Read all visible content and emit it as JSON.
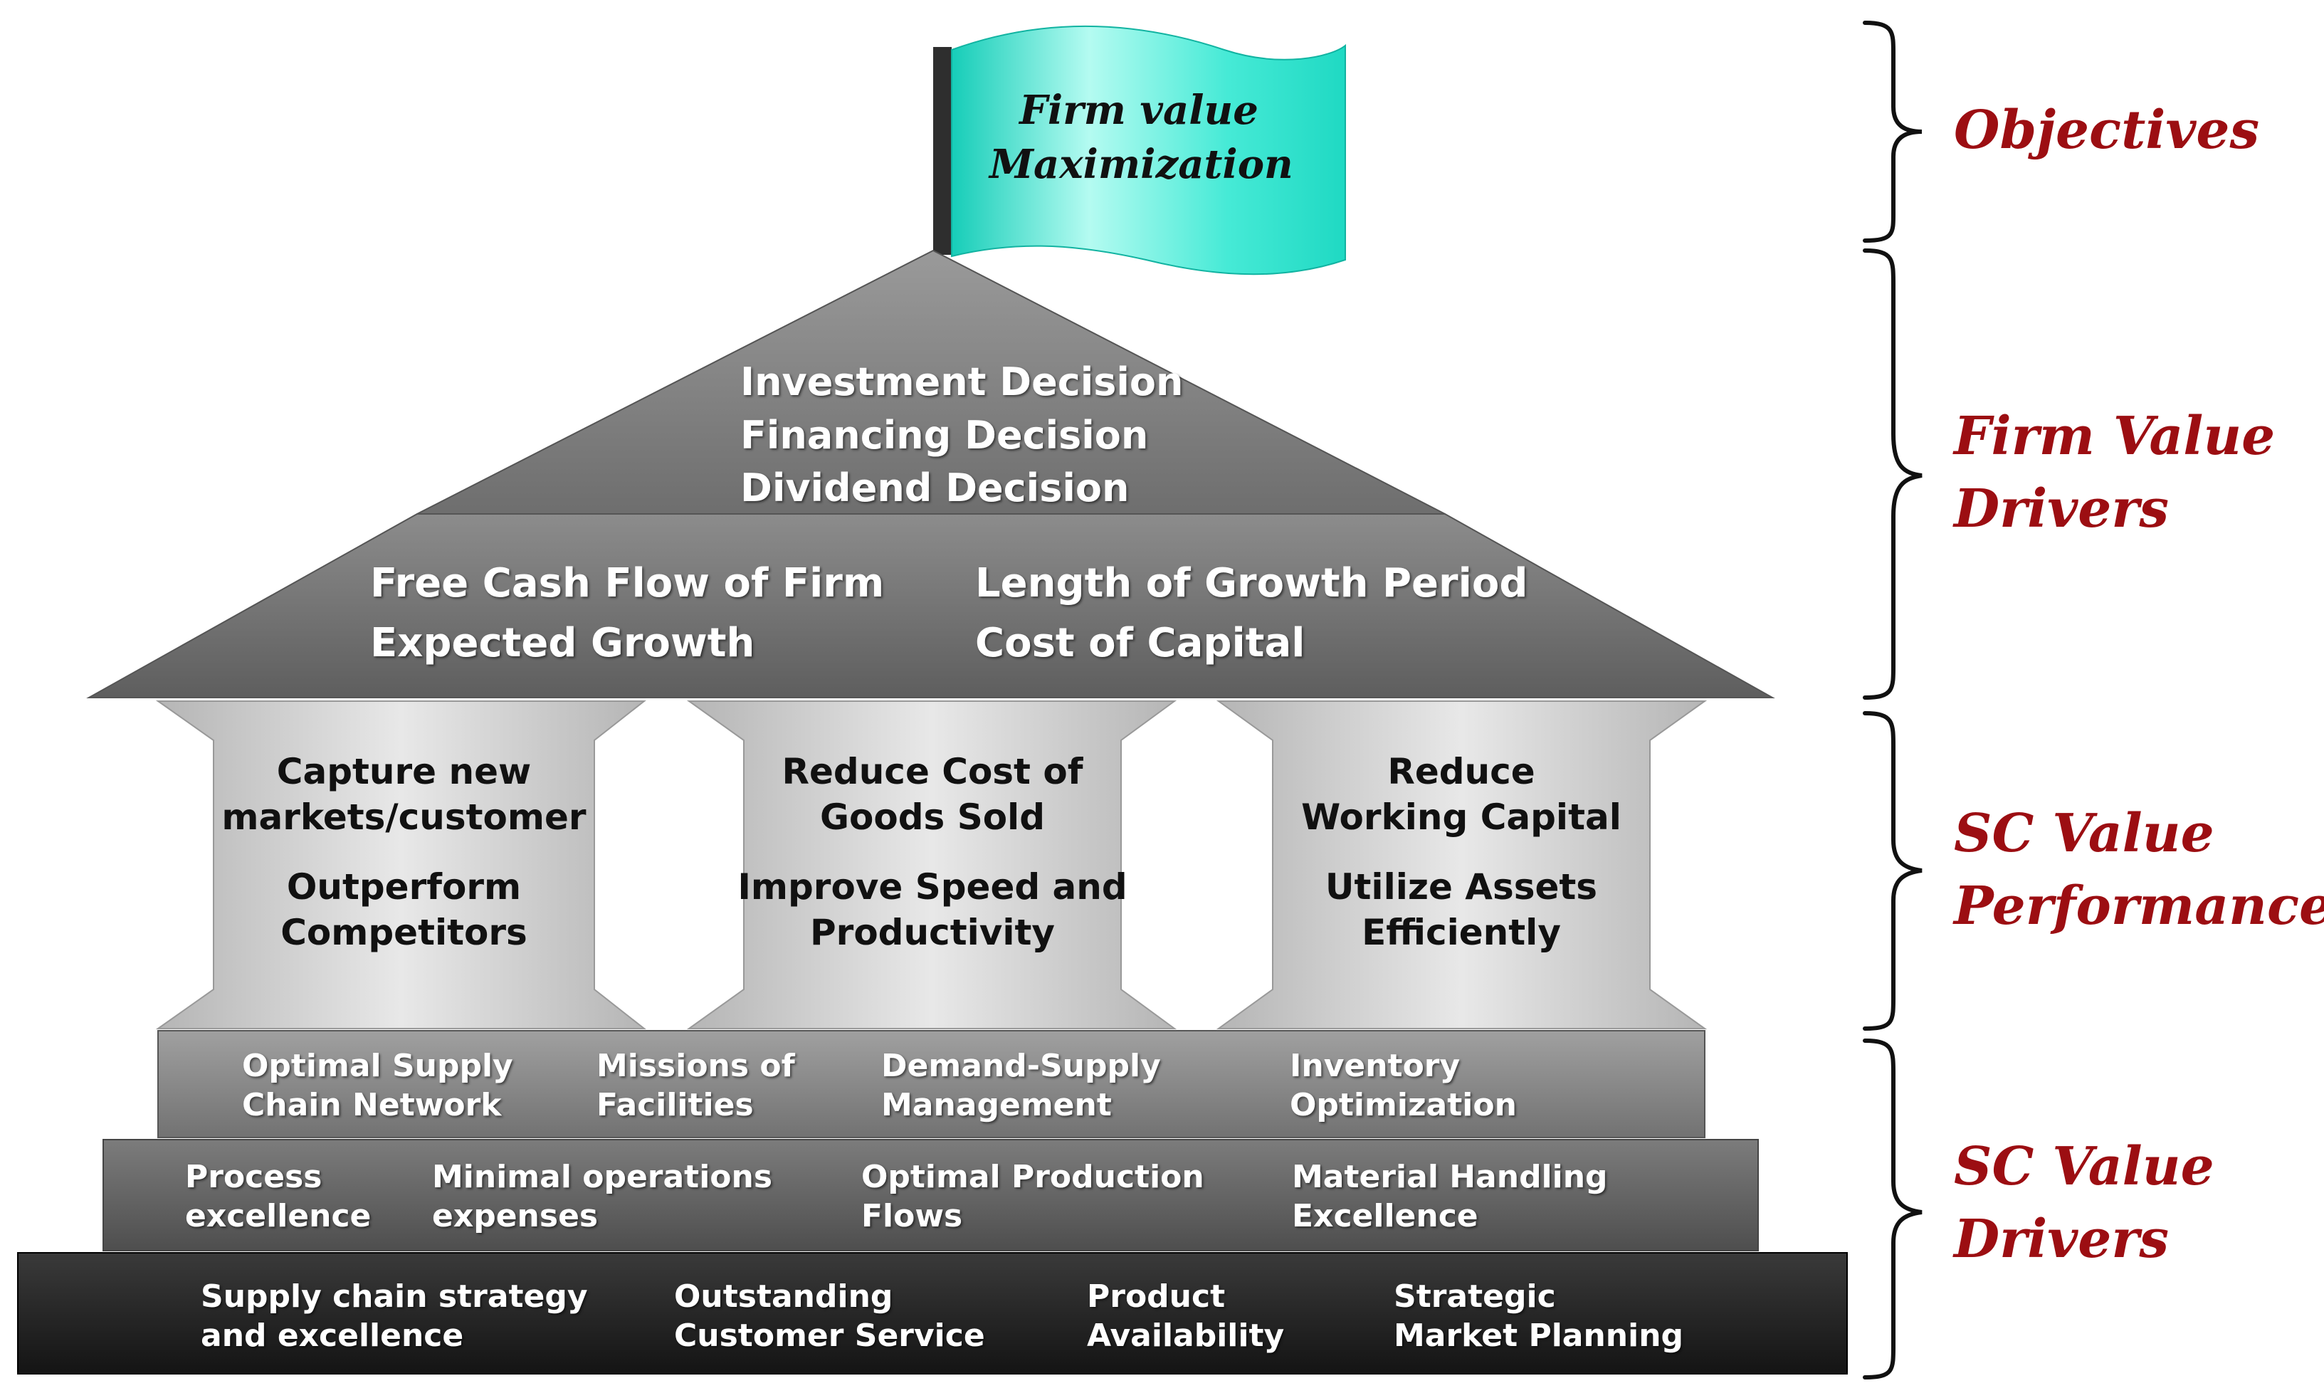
{
  "flag": {
    "line1": "Firm value",
    "line2": "Maximization"
  },
  "roof": {
    "top_lines": [
      "Investment Decision",
      "Financing Decision",
      "Dividend Decision"
    ],
    "left_lines": [
      "Free Cash Flow of Firm",
      "Expected Growth"
    ],
    "right_lines": [
      "Length of Growth Period",
      "Cost of Capital"
    ]
  },
  "pillars": [
    {
      "group1": [
        "Capture new",
        "markets/customer"
      ],
      "group2": [
        "Outperform",
        "Competitors"
      ]
    },
    {
      "group1": [
        "Reduce Cost of",
        "Goods Sold"
      ],
      "group2": [
        "Improve Speed and",
        "Productivity"
      ]
    },
    {
      "group1": [
        "Reduce",
        "Working Capital"
      ],
      "group2": [
        "Utilize Assets",
        "Efficiently"
      ]
    }
  ],
  "foundation": {
    "tier1": [
      [
        "Optimal Supply",
        "Chain Network"
      ],
      [
        "Missions of",
        "Facilities"
      ],
      [
        "Demand-Supply",
        "Management"
      ],
      [
        "Inventory",
        "Optimization"
      ]
    ],
    "tier2": [
      [
        "Process",
        "excellence"
      ],
      [
        "Minimal operations",
        "expenses"
      ],
      [
        "Optimal Production",
        "Flows"
      ],
      [
        "Material Handling",
        "Excellence"
      ]
    ],
    "tier3": [
      [
        "Supply chain strategy",
        "and excellence"
      ],
      [
        "Outstanding",
        "Customer Service"
      ],
      [
        "Product",
        "Availability"
      ],
      [
        "Strategic",
        "Market Planning"
      ]
    ]
  },
  "labels": {
    "objectives": "Objectives",
    "firm_value_drivers": [
      "Firm Value",
      "Drivers"
    ],
    "sc_value_performance": [
      "SC Value",
      "Performance"
    ],
    "sc_value_drivers": [
      "SC Value",
      "Drivers"
    ]
  },
  "colors": {
    "roof": "#7a7a7a",
    "pillar": "#d6d6d6",
    "tier1": "#8a8a8a",
    "tier2": "#6b6b6b",
    "tier3": "#262626",
    "flag": "#3fe8d4",
    "label": "#9c0e12"
  }
}
